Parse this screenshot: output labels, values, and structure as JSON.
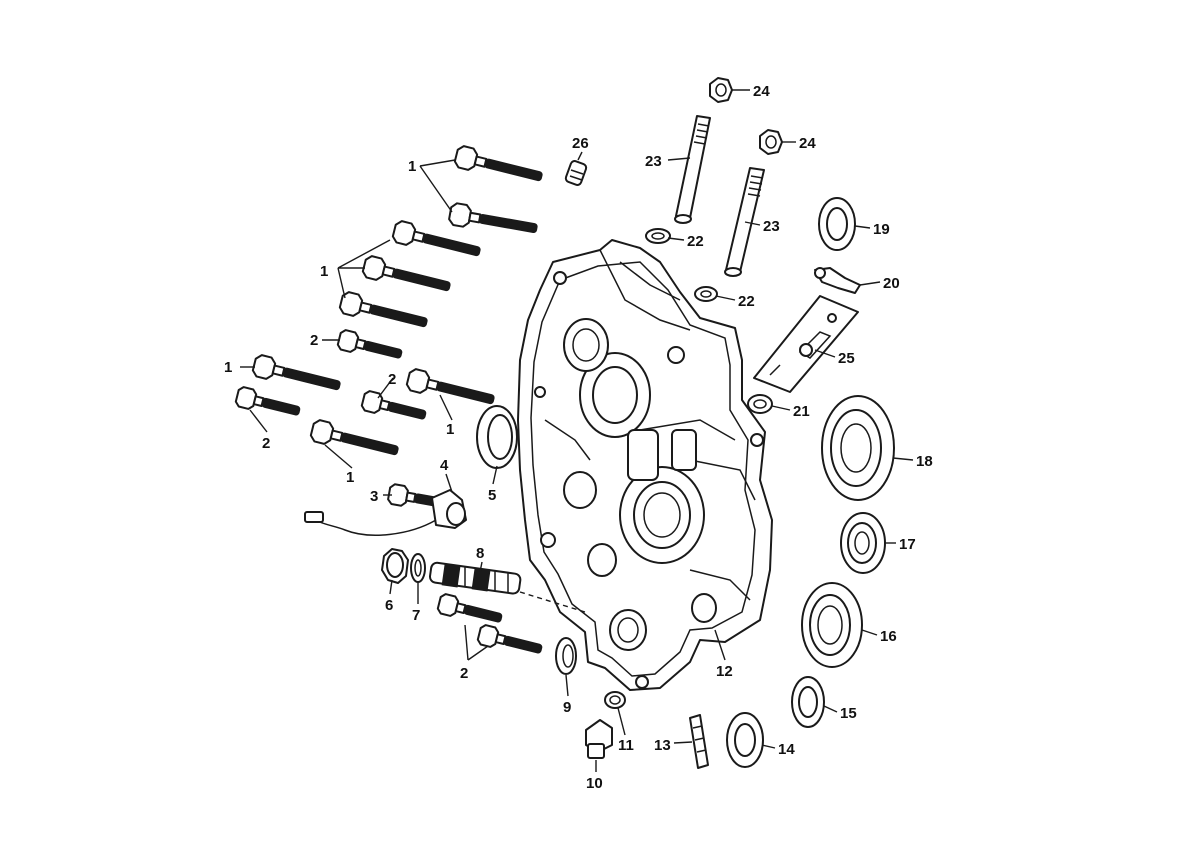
{
  "callouts": [
    "1",
    "2",
    "3",
    "4",
    "5",
    "6",
    "7",
    "8",
    "9",
    "10",
    "11",
    "12",
    "13",
    "14",
    "15",
    "16",
    "17",
    "18",
    "19",
    "20",
    "21",
    "22",
    "23",
    "24",
    "25",
    "26"
  ],
  "colors": {
    "ink": "#1a1a1a",
    "background": "#ffffff"
  }
}
